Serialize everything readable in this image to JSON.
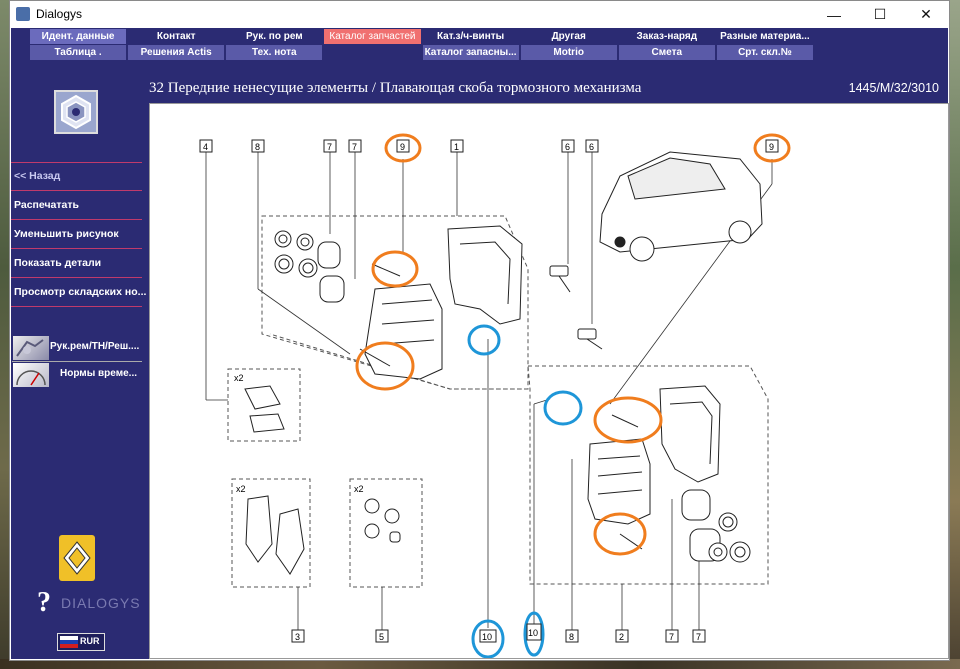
{
  "window": {
    "title": "Dialogys"
  },
  "menu": {
    "row1": [
      "Идент. данные",
      "Контакт",
      "Рук. по рем",
      "Каталог запчастей",
      "Кат.з/ч-винты",
      "Другая",
      "Заказ-наряд",
      "Разные материа..."
    ],
    "row2": [
      "Таблица .",
      "Решения Actis",
      "Тех. нота",
      "",
      "Каталог запасны...",
      "Motrio",
      "Смета",
      "Срт. скл.№"
    ]
  },
  "header": {
    "path": "32 Передние ненесущие элементы / Плавающая скоба тормозного механизма",
    "code": "1445/M/32/3010"
  },
  "sidebar": {
    "back": "<< Назад",
    "items": [
      "Распечатать",
      "Уменьшить рисунок",
      "Показать детали",
      "Просмотр складских но..."
    ],
    "tools": [
      "Рук.рем/ТН/Реш....",
      "Нормы време..."
    ],
    "brand": "DIALOGYS",
    "currency": "RUR"
  },
  "diagram": {
    "top_labels": [
      "4",
      "8",
      "7",
      "7",
      "9",
      "1",
      "6",
      "6",
      "9"
    ],
    "bottom_labels": [
      "3",
      "5",
      "10",
      "10",
      "8",
      "2",
      "7",
      "7"
    ],
    "multipliers": [
      "x2",
      "x2",
      "x2"
    ],
    "colors": {
      "orange": "#f07d1e",
      "blue": "#1e96d8"
    }
  }
}
